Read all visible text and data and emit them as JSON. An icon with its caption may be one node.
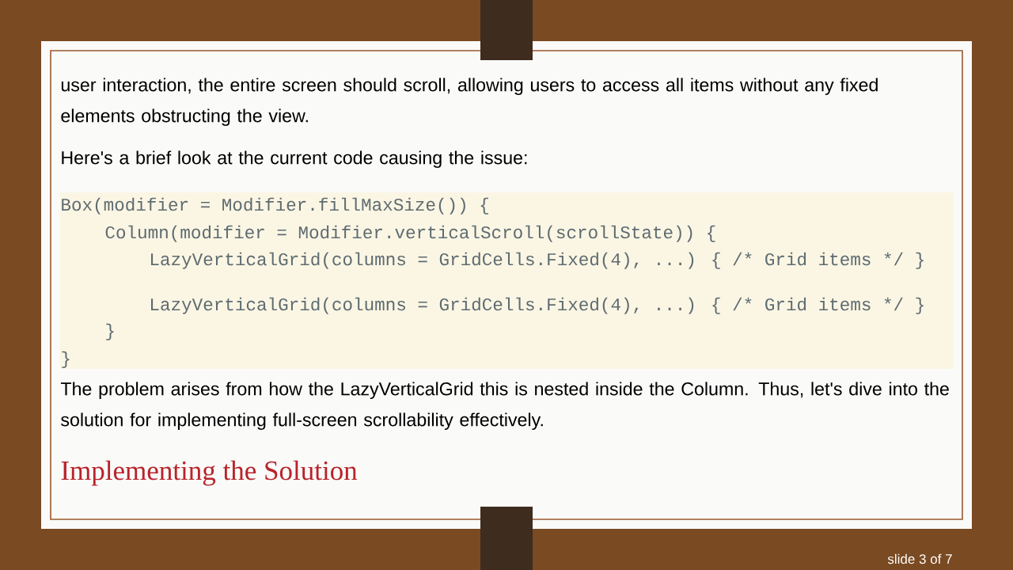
{
  "diagram": {
    "labels": [
      "user interaction, the entire screen should scroll, allowing users to access all items without any fixed elements obstructing the view.",
      "Here's a brief look at the current code causing the issue:",
      "Box(modifier = Modifier.fillMaxSize()) {",
      "Column(modifier = Modifier.verticalScroll(scrollState)) {",
      "LazyVerticalGrid(columns = GridCells.Fixed(4), ...) { /* Grid items */ }",
      "LazyVerticalGrid(columns = GridCells.Fixed(4), ...) { /* Grid items */ }",
      "}",
      "}",
      "The problem arises from how the LazyVerticalGrid this is nested inside the Column. Thus, let's dive into the solution for implementing full-screen scrollability effectively.",
      "Implementing the Solution",
      "slide 3 of 7"
    ]
  }
}
